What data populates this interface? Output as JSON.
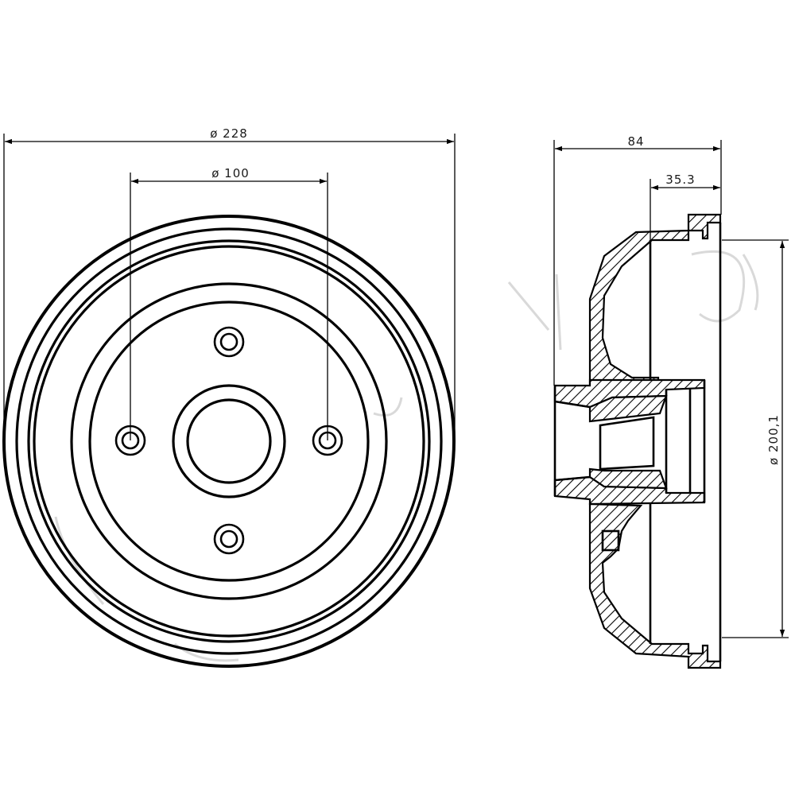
{
  "dimensions": {
    "outer_diameter": "ø 228",
    "bolt_circle_diameter": "ø 100",
    "overall_width": "84",
    "flange_offset": "35.3",
    "inner_diameter": "ø 200,1"
  },
  "colors": {
    "line": "#000000",
    "background": "#ffffff",
    "watermark": "#d9d9d9"
  }
}
